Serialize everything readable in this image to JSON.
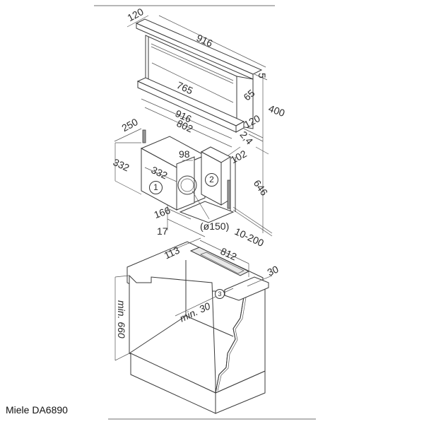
{
  "caption": "Miele DA6890",
  "drawing": {
    "hood": {
      "depth_top": "120",
      "width_top": "916",
      "inner_width": "765",
      "side_width": "65",
      "top_gap": "5",
      "height": "400",
      "base_depth": "120",
      "base_width": "916",
      "mount_width": "802",
      "offset": "2,4",
      "base_offset": "102",
      "total_height": "646",
      "adjust": "10-200"
    },
    "motor": {
      "depth": "250",
      "height": "332",
      "width": "332",
      "outlet_width": "98",
      "outlet_height": "166",
      "bottom_gap": "17",
      "duct_diameter": "(ø150)",
      "label_1": "1",
      "label_2": "2"
    },
    "cabinet": {
      "cutout_offset": "113",
      "cutout_width": "812",
      "cutout_depth": "30",
      "min_clearance": "min. 30",
      "note_ref": "3",
      "min_height": "min. 660"
    }
  }
}
